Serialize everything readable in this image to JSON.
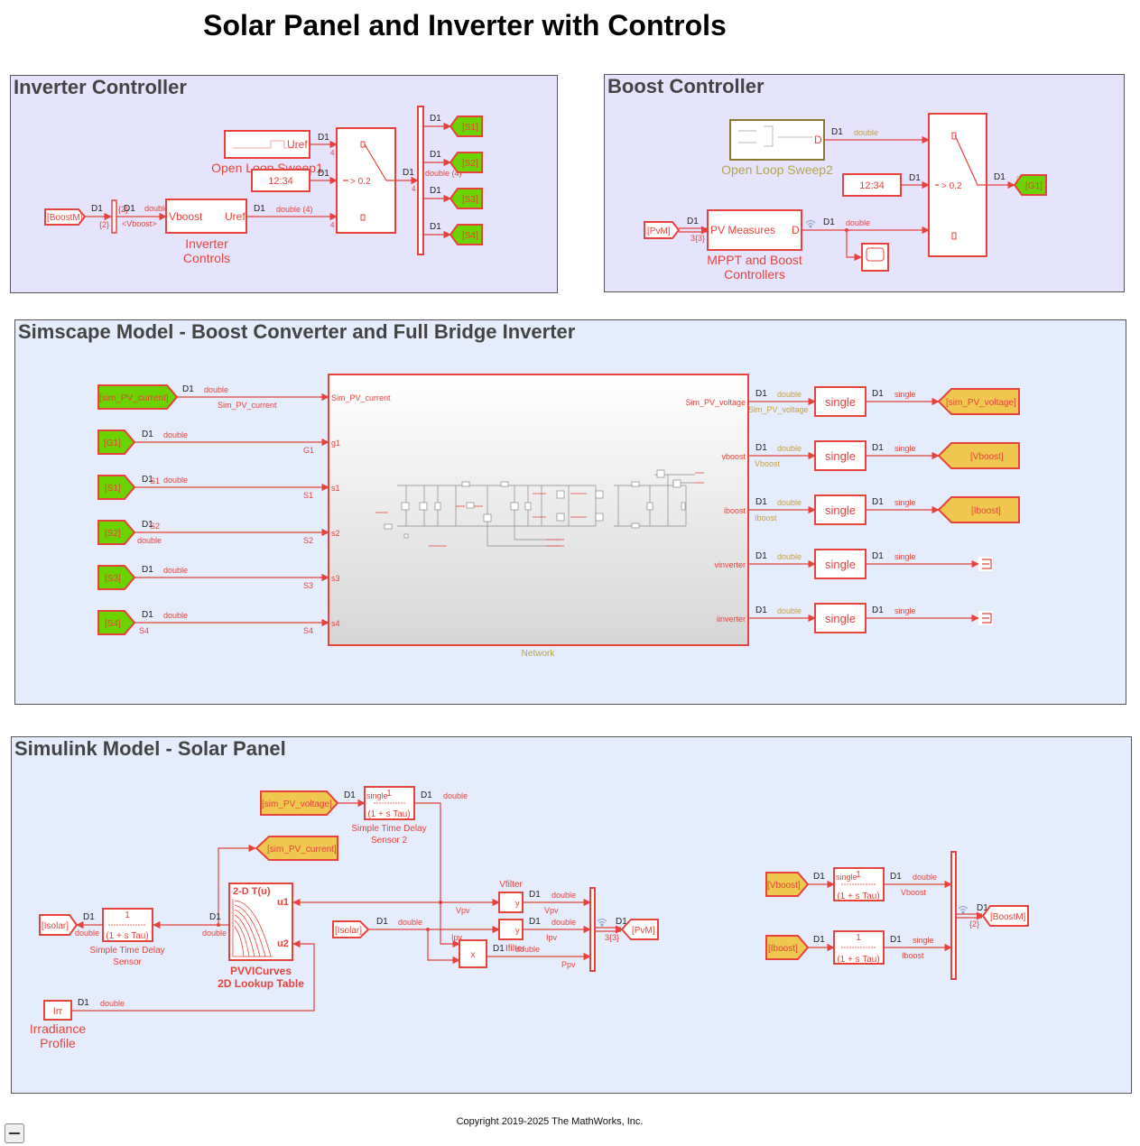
{
  "title": "Solar Panel and Inverter with Controls",
  "copyright": "Copyright 2019-2025 The MathWorks, Inc.",
  "colors": {
    "block": "#e8423c",
    "goto_green": "#6bd300",
    "goto_yellow": "#f0c850",
    "dtype_olive": "#c8a040",
    "area_purple": "#e6e4fc",
    "area_blue": "#e5ecfc"
  },
  "areas": {
    "inverter_controller": "Inverter Controller",
    "boost_controller": "Boost Controller",
    "simscape_model": "Simscape Model - Boost Converter and Full Bridge Inverter",
    "simulink_model": "Simulink Model - Solar Panel"
  },
  "inverter": {
    "from_boostm": "[BoostM]",
    "d1": "D1",
    "double": "double",
    "double4": "double (4)",
    "vboost_sel": "<Vboost>",
    "idx2a": "{2}",
    "idx2b": "{2}",
    "block_vboost": "Vboost",
    "block_uref": "Uref",
    "inverter_controls_1": "Inverter",
    "inverter_controls_2": "Controls",
    "open_loop_label": "Open Loop Sweep1",
    "uref2": "Uref",
    "clock": "12:34",
    "switch_cond": "> 0.2",
    "four": "4",
    "goto_s1": "[S1]",
    "goto_s2": "[S2]",
    "goto_s3": "[S3]",
    "goto_s4": "[S4]"
  },
  "boost": {
    "open_loop_label": "Open Loop Sweep2",
    "d_port": "D",
    "clock": "12:34",
    "from_pvm": "[PvM]",
    "dim33": "3{3}",
    "pv_measures": "PV Measures",
    "d_port2": "D",
    "mppt_1": "MPPT and Boost",
    "mppt_2": "Controllers",
    "switch_cond": "> 0.2",
    "goto_g1": "[G1]",
    "d1": "D1",
    "double": "double"
  },
  "simscape": {
    "from_tags": [
      "[sim_PV_current]",
      "[G1]",
      "[S1]",
      "[S2]",
      "[S3]",
      "[S4]"
    ],
    "in_signal_names": [
      "Sim_PV_current",
      "G1",
      "S1",
      "S2",
      "S3",
      "S4"
    ],
    "in_ports": [
      "Sim_PV_current",
      "g1",
      "s1",
      "s2",
      "s3",
      "s4"
    ],
    "out_ports": [
      "Sim_PV_voltage",
      "vboost",
      "iboost",
      "vinverter",
      "iinverter"
    ],
    "out_signal_names": [
      "Sim_PV_voltage",
      "Vboost",
      "Iboost"
    ],
    "convert": "single",
    "goto_tags": [
      "[sim_PV_voltage]",
      "[Vboost]",
      "[Iboost]"
    ],
    "network": "Network",
    "d1": "D1",
    "double": "double",
    "single": "single"
  },
  "solar": {
    "from_sim_pv_voltage": "[sim_PV_voltage]",
    "goto_sim_pv_current": "[sim_PV_current]",
    "delay_one": "1",
    "delay_tf": "(1 + s Tau)",
    "delay2_label_1": "Simple Time Delay",
    "delay2_label_2": "Sensor 2",
    "delay_label_1": "Simple Time Delay",
    "delay_label_2": "Sensor",
    "goto_isolar": "[Isolar]",
    "lut_title": "2-D T(u)",
    "lut_u1": "u1",
    "lut_u2": "u2",
    "lut_label_1": "PVVICurves",
    "lut_label_2": "2D Lookup Table",
    "irr": "Irr",
    "irr_label_1": "Irradiance",
    "irr_label_2": "Profile",
    "from_isolar": "[Isolar]",
    "vfilter": "Vfilter",
    "ifilter": "Ifilter",
    "y": "y",
    "mult": "x",
    "vpv": "Vpv",
    "ipv": "Ipv",
    "ppv": "Ppv",
    "goto_pvm": "[PvM]",
    "dim33": "3{3}",
    "from_vboost": "[Vboost]",
    "from_iboost": "[Iboost]",
    "vboost": "Vboost",
    "iboost": "Iboost",
    "goto_boostm": "[BoostM]",
    "idx2": "{2}",
    "d1": "D1",
    "double": "double",
    "single": "single"
  }
}
